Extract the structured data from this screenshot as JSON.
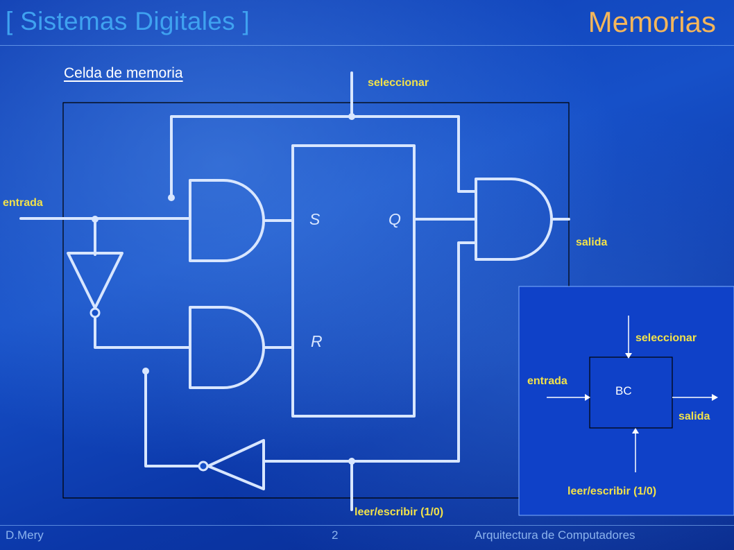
{
  "header": {
    "title_left": "[ Sistemas Digitales ]",
    "title_right": "Memorias"
  },
  "section_title": "Celda de memoria",
  "circuit": {
    "label_select": "seleccionar",
    "label_input": "entrada",
    "label_output": "salida",
    "label_rw": "leer/escribir (1/0)",
    "latch_s": "S",
    "latch_r": "R",
    "latch_q": "Q"
  },
  "block": {
    "label_select": "seleccionar",
    "label_input": "entrada",
    "label_output": "salida",
    "label_rw": "leer/escribir (1/0)",
    "box_label": "BC"
  },
  "footer": {
    "author": "D.Mery",
    "page": "2",
    "course": "Arquitectura de Computadores"
  },
  "colors": {
    "title_left": "#3fa2f0",
    "title_right": "#f5b65a",
    "labels": "#f2e24a",
    "wires": "#d8e6ff",
    "background": "#1650c8"
  }
}
